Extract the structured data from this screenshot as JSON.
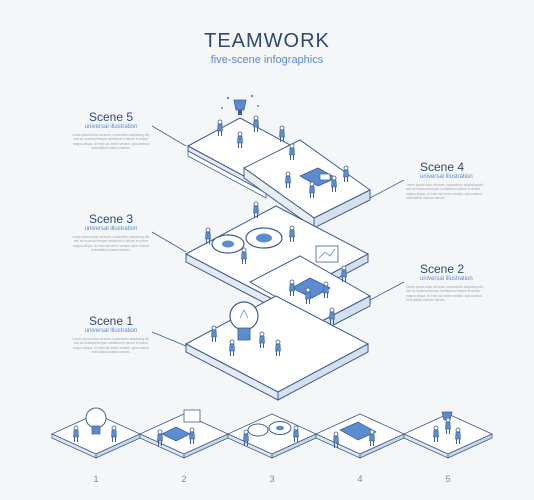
{
  "header": {
    "title": "TEAMWORK",
    "subtitle": "five-scene infographics"
  },
  "scenes": [
    {
      "title": "Scene 1",
      "subtitle": "universal illustration",
      "body": "Lorem ipsum dolor sit amet, consectetur adipiscing elit, sed do eiusmod tempor incididunt ut labore et dolore magna aliqua. Ut enim ad minim veniam, quis nostrud exercitation ullamco laboris."
    },
    {
      "title": "Scene 2",
      "subtitle": "universal illustration",
      "body": "Lorem ipsum dolor sit amet, consectetur adipiscing elit, sed do eiusmod tempor incididunt ut labore et dolore magna aliqua. Ut enim ad minim veniam, quis nostrud exercitation ullamco laboris."
    },
    {
      "title": "Scene 3",
      "subtitle": "universal illustration",
      "body": "Lorem ipsum dolor sit amet, consectetur adipiscing elit, sed do eiusmod tempor incididunt ut labore et dolore magna aliqua. Ut enim ad minim veniam, quis nostrud exercitation ullamco laboris."
    },
    {
      "title": "Scene 4",
      "subtitle": "universal illustration",
      "body": "Lorem ipsum dolor sit amet, consectetur adipiscing elit, sed do eiusmod tempor incididunt ut labore et dolore magna aliqua. Ut enim ad minim veniam, quis nostrud exercitation ullamco laboris."
    },
    {
      "title": "Scene 5",
      "subtitle": "universal illustration",
      "body": "Lorem ipsum dolor sit amet, consectetur adipiscing elit, sed do eiusmod tempor incididunt ut labore et dolore magna aliqua. Ut enim ad minim veniam, quis nostrud exercitation ullamco laboris."
    }
  ],
  "thumbnails": [
    "1",
    "2",
    "3",
    "4",
    "5"
  ],
  "icons": [
    "lightbulb-icon",
    "meeting-table-icon",
    "gears-icon",
    "desk-icon",
    "trophy-icon"
  ],
  "colors": {
    "accent": "#5a8ccf",
    "line": "#3d5f8f",
    "title": "#2f4a6e"
  }
}
